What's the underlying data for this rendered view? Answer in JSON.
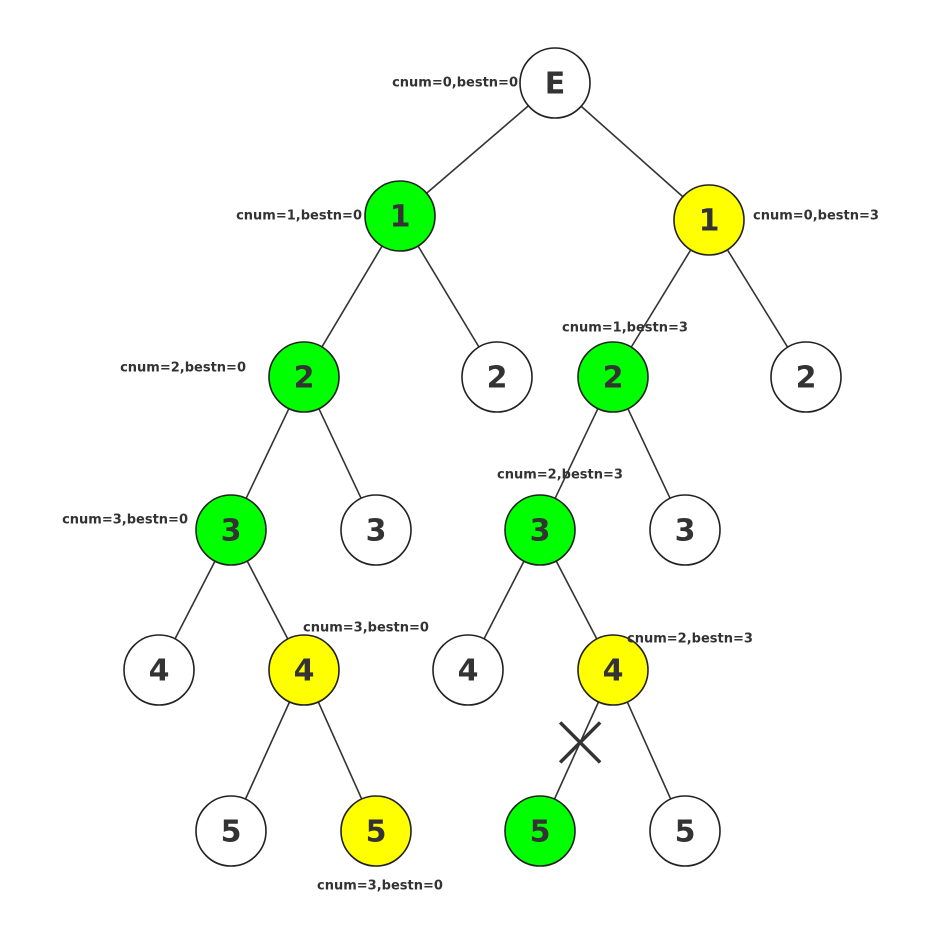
{
  "colors": {
    "green": "#00ff00",
    "yellow": "#ffff00",
    "white": "#ffffff"
  },
  "nodes": [
    {
      "id": "E",
      "label": "E",
      "fill": "white",
      "annotation": "cnum=0,bestn=0"
    },
    {
      "id": "L1",
      "label": "1",
      "fill": "green",
      "annotation": "cnum=1,bestn=0"
    },
    {
      "id": "R1",
      "label": "1",
      "fill": "yellow",
      "annotation": "cnum=0,bestn=3"
    },
    {
      "id": "L1L2",
      "label": "2",
      "fill": "green",
      "annotation": "cnum=2,bestn=0"
    },
    {
      "id": "L1R2",
      "label": "2",
      "fill": "white",
      "annotation": ""
    },
    {
      "id": "R1L2",
      "label": "2",
      "fill": "green",
      "annotation": "cnum=1,bestn=3"
    },
    {
      "id": "R1R2",
      "label": "2",
      "fill": "white",
      "annotation": ""
    },
    {
      "id": "L2L3",
      "label": "3",
      "fill": "green",
      "annotation": "cnum=3,bestn=0"
    },
    {
      "id": "L2R3",
      "label": "3",
      "fill": "white",
      "annotation": ""
    },
    {
      "id": "R2L3",
      "label": "3",
      "fill": "green",
      "annotation": "cnum=2,bestn=3"
    },
    {
      "id": "R2R3",
      "label": "3",
      "fill": "white",
      "annotation": ""
    },
    {
      "id": "L3L4",
      "label": "4",
      "fill": "white",
      "annotation": ""
    },
    {
      "id": "L3R4",
      "label": "4",
      "fill": "yellow",
      "annotation": "cnum=3,bestn=0"
    },
    {
      "id": "R3L4",
      "label": "4",
      "fill": "white",
      "annotation": ""
    },
    {
      "id": "R3R4",
      "label": "4",
      "fill": "yellow",
      "annotation": "cnum=2,bestn=3"
    },
    {
      "id": "L4L5",
      "label": "5",
      "fill": "white",
      "annotation": ""
    },
    {
      "id": "L4R5",
      "label": "5",
      "fill": "yellow",
      "annotation": "cnum=3,bestn=0"
    },
    {
      "id": "R4L5",
      "label": "5",
      "fill": "green",
      "annotation": ""
    },
    {
      "id": "R4R5",
      "label": "5",
      "fill": "white",
      "annotation": ""
    }
  ],
  "edges": [
    [
      "E",
      "L1"
    ],
    [
      "E",
      "R1"
    ],
    [
      "L1",
      "L1L2"
    ],
    [
      "L1",
      "L1R2"
    ],
    [
      "R1",
      "R1L2"
    ],
    [
      "R1",
      "R1R2"
    ],
    [
      "L1L2",
      "L2L3"
    ],
    [
      "L1L2",
      "L2R3"
    ],
    [
      "R1L2",
      "R2L3"
    ],
    [
      "R1L2",
      "R2R3"
    ],
    [
      "L2L3",
      "L3L4"
    ],
    [
      "L2L3",
      "L3R4"
    ],
    [
      "R2L3",
      "R3L4"
    ],
    [
      "R2L3",
      "R3R4"
    ],
    [
      "L3R4",
      "L4L5"
    ],
    [
      "L3R4",
      "L4R5"
    ],
    [
      "R3R4",
      "R4L5"
    ],
    [
      "R3R4",
      "R4R5"
    ]
  ],
  "pruned_edges": [
    [
      "R3R4",
      "R4L5"
    ]
  ]
}
